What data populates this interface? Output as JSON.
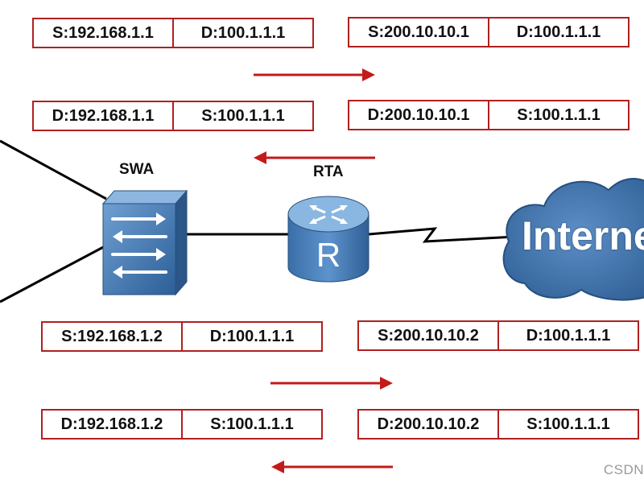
{
  "nodes": {
    "switch_label": "SWA",
    "router_label": "RTA",
    "router_glyph": "R",
    "internet_label": "Interne"
  },
  "packets": {
    "top_outbound": {
      "lan": {
        "first": "S:192.168.1.1",
        "second": "D:100.1.1.1"
      },
      "wan": {
        "first": "S:200.10.10.1",
        "second": "D:100.1.1.1"
      }
    },
    "top_return": {
      "lan": {
        "first": "D:192.168.1.1",
        "second": "S:100.1.1.1"
      },
      "wan": {
        "first": "D:200.10.10.1",
        "second": "S:100.1.1.1"
      }
    },
    "bottom_outbound": {
      "lan": {
        "first": "S:192.168.1.2",
        "second": "D:100.1.1.1"
      },
      "wan": {
        "first": "S:200.10.10.2",
        "second": "D:100.1.1.1"
      }
    },
    "bottom_return": {
      "lan": {
        "first": "D:192.168.1.2",
        "second": "S:100.1.1.1"
      },
      "wan": {
        "first": "D:200.10.10.2",
        "second": "S:100.1.1.1"
      }
    }
  },
  "colors": {
    "box_border": "#b02020",
    "arrow": "#c41a1a",
    "device_blue": "#3f78b4",
    "cloud_blue": "#3d6fa6"
  },
  "watermark": "CSDN"
}
